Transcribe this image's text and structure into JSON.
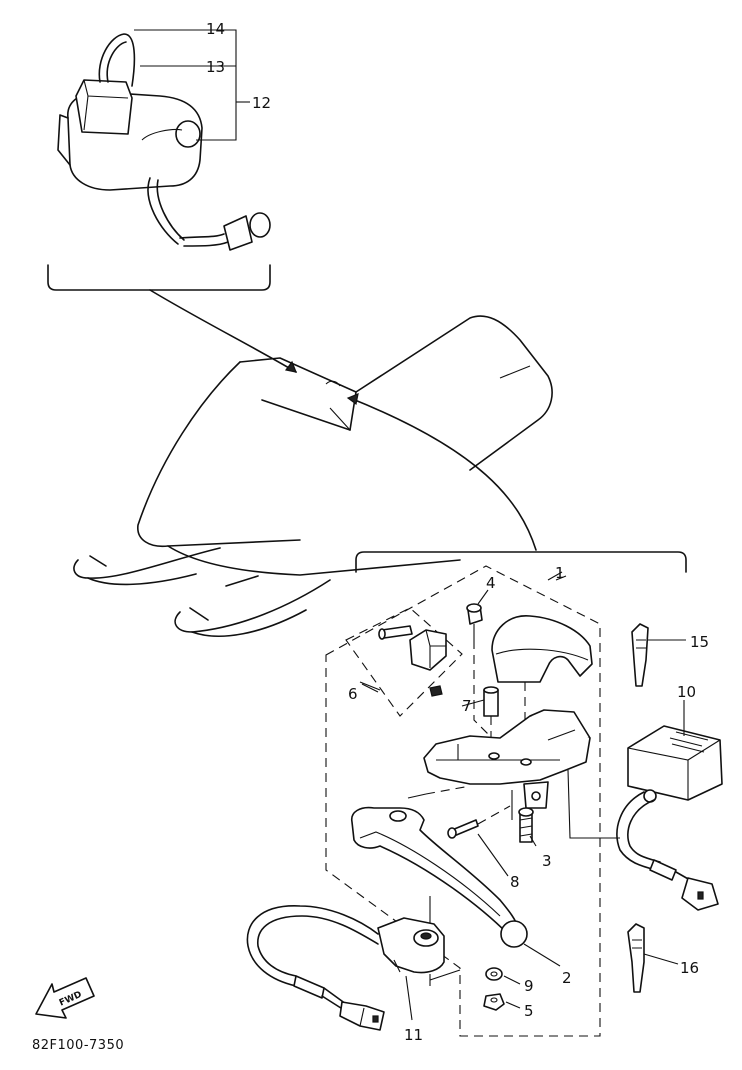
{
  "figure": {
    "part_code": "82F100-7350",
    "fwd_label": "FWD"
  },
  "callouts": [
    "1",
    "2",
    "3",
    "4",
    "5",
    "6",
    "7",
    "8",
    "9",
    "10",
    "11",
    "12",
    "13",
    "14",
    "15",
    "16"
  ]
}
